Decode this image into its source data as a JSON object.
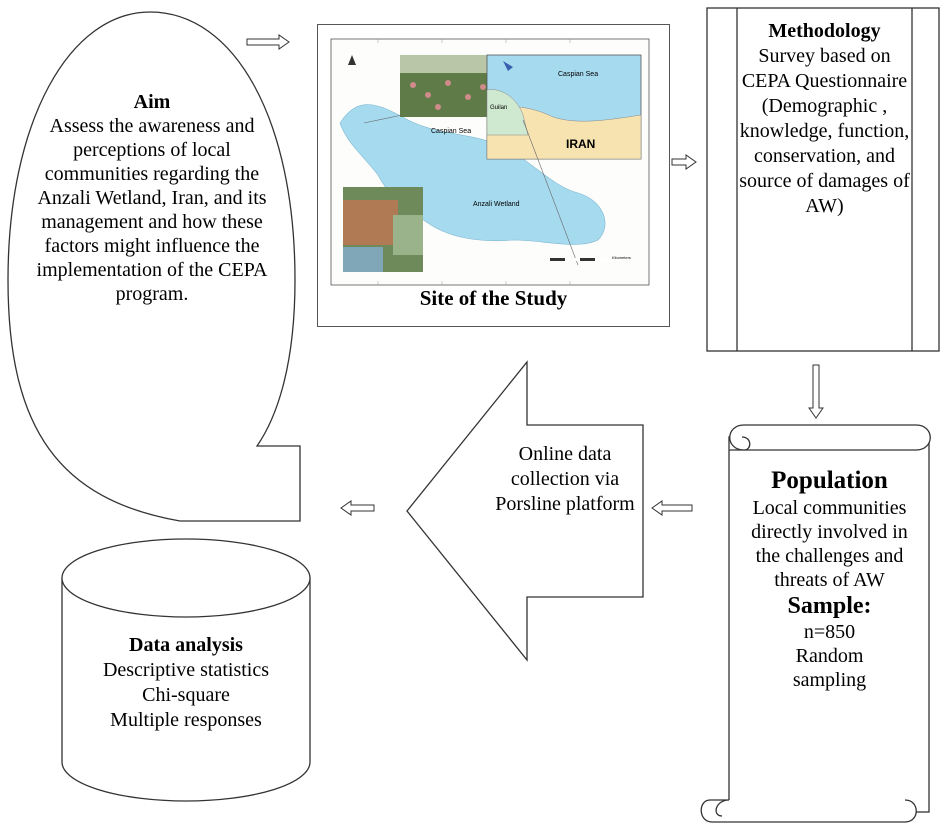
{
  "aim": {
    "title": "Aim",
    "body": "Assess the awareness and perceptions of local communities regarding the Anzali Wetland, Iran, and its management and how these factors might influence the implementation of the CEPA program."
  },
  "site": {
    "caption": "Site of the Study",
    "map_labels": {
      "caspian_sea_main": "Caspian Sea",
      "caspian_sea_inset": "Caspian Sea",
      "gulian": "Guilan",
      "iran": "IRAN",
      "anzali": "Anzali Wetland",
      "scale_unit": "Kilometers"
    },
    "colors": {
      "water": "#a6dbef",
      "land": "#f6ebc4",
      "inset_land": "#f6e3b0"
    }
  },
  "methodology": {
    "title": "Methodology",
    "body": "Survey based on CEPA Questionnaire (Demographic , knowledge, function, conservation, and source of damages of AW)"
  },
  "population": {
    "title": "Population",
    "body": "Local communities directly involved in the challenges and threats of AW",
    "sample_title": "Sample:",
    "sample_n": "n=850",
    "sample_method": "Random sampling"
  },
  "online": {
    "text": "Online data collection via Porsline platform"
  },
  "analysis": {
    "title": "Data analysis",
    "items": [
      "Descriptive statistics",
      "Chi-square",
      "Multiple responses"
    ]
  }
}
